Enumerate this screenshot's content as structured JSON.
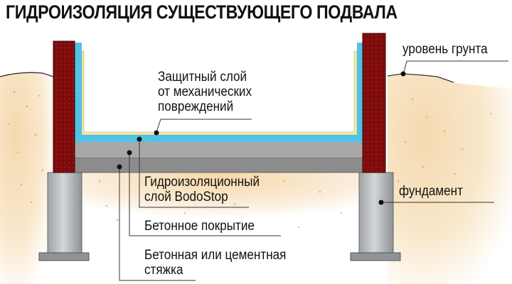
{
  "title": "ГИДРОИЗОЛЯЦИЯ СУЩЕСТВУЮЩЕГО ПОДВАЛА",
  "labels": {
    "ground_level": "уровень грунта",
    "protective_layer_1": "Защитный слой",
    "protective_layer_2": "от механических",
    "protective_layer_3": "повреждений",
    "waterproofing_1": "Гидроизоляционный",
    "waterproofing_2": "слой BodoStop",
    "concrete_cover": "Бетонное покрытие",
    "screed_1": "Бетонная или цементная",
    "screed_2": "стяжка",
    "foundation": "фундамент"
  },
  "colors": {
    "brick": "#7a0a0a",
    "waterproof_blue": "#4fc3e8",
    "protective_yellow": "#f3f0a0",
    "concrete": "#a8a8a8",
    "screed": "#8c8c8c",
    "foundation": "#bfc3c6",
    "soil": "#f7dfb8"
  }
}
